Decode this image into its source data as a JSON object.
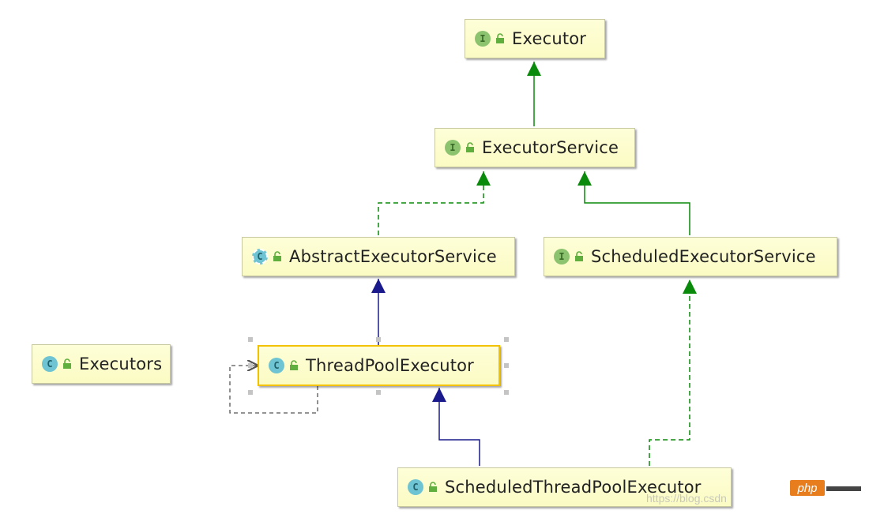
{
  "diagram": {
    "nodes": {
      "executor": {
        "label": "Executor",
        "kind": "interface",
        "kind_letter": "I"
      },
      "executor_service": {
        "label": "ExecutorService",
        "kind": "interface",
        "kind_letter": "I"
      },
      "abstract_executor_service": {
        "label": "AbstractExecutorService",
        "kind": "abstract class",
        "kind_letter": "C"
      },
      "scheduled_executor_service": {
        "label": "ScheduledExecutorService",
        "kind": "interface",
        "kind_letter": "I"
      },
      "executors": {
        "label": "Executors",
        "kind": "class",
        "kind_letter": "C"
      },
      "thread_pool_executor": {
        "label": "ThreadPoolExecutor",
        "kind": "class",
        "kind_letter": "C",
        "selected": true
      },
      "scheduled_thread_pool_executor": {
        "label": "ScheduledThreadPoolExecutor",
        "kind": "class",
        "kind_letter": "C"
      }
    },
    "edges": [
      {
        "from": "ExecutorService",
        "to": "Executor",
        "type": "extends",
        "style": "solid",
        "color": "#0a8a0a"
      },
      {
        "from": "AbstractExecutorService",
        "to": "ExecutorService",
        "type": "implements",
        "style": "dashed",
        "color": "#0a8a0a"
      },
      {
        "from": "ScheduledExecutorService",
        "to": "ExecutorService",
        "type": "extends",
        "style": "solid",
        "color": "#0a8a0a"
      },
      {
        "from": "ThreadPoolExecutor",
        "to": "AbstractExecutorService",
        "type": "extends",
        "style": "solid",
        "color": "#1a1a8c"
      },
      {
        "from": "ScheduledThreadPoolExecutor",
        "to": "ThreadPoolExecutor",
        "type": "extends",
        "style": "solid",
        "color": "#1a1a8c"
      },
      {
        "from": "ScheduledThreadPoolExecutor",
        "to": "ScheduledExecutorService",
        "type": "implements",
        "style": "dashed",
        "color": "#0a8a0a"
      },
      {
        "from": "ThreadPoolExecutor",
        "to": "ThreadPoolExecutor",
        "type": "self-dependency",
        "style": "dashed",
        "color": "#555555"
      }
    ]
  },
  "watermark": {
    "url": "https://blog.csdn",
    "badge": "php"
  },
  "colors": {
    "node_fill": "#fcfcc8",
    "interface_badge": "#8cc36e",
    "class_badge": "#6ec4d2",
    "selection": "#f2c200"
  }
}
